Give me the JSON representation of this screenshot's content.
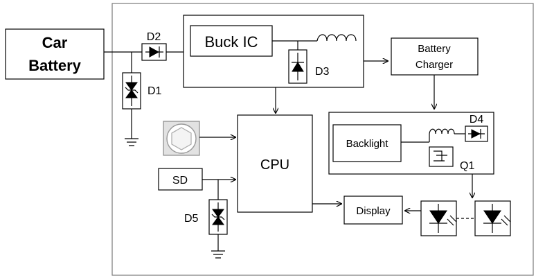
{
  "blocks": {
    "car_battery_line1": "Car",
    "car_battery_line2": "Battery",
    "buck_ic": "Buck IC",
    "battery_charger_line1": "Battery",
    "battery_charger_line2": "Charger",
    "cpu": "CPU",
    "backlight": "Backlight",
    "sd": "SD",
    "display": "Display"
  },
  "components": {
    "d1": "D1",
    "d2": "D2",
    "d3": "D3",
    "d4": "D4",
    "d5": "D5",
    "q1": "Q1"
  },
  "colors": {
    "frame": "#7a7a7a",
    "lines": "#000000",
    "button_fill": "#e2e2e2"
  },
  "icons": [
    "diode-icon",
    "tvs-diode-icon",
    "inductor-icon",
    "ground-icon",
    "led-icon",
    "button-icon",
    "transistor-icon",
    "arrow-icon"
  ]
}
